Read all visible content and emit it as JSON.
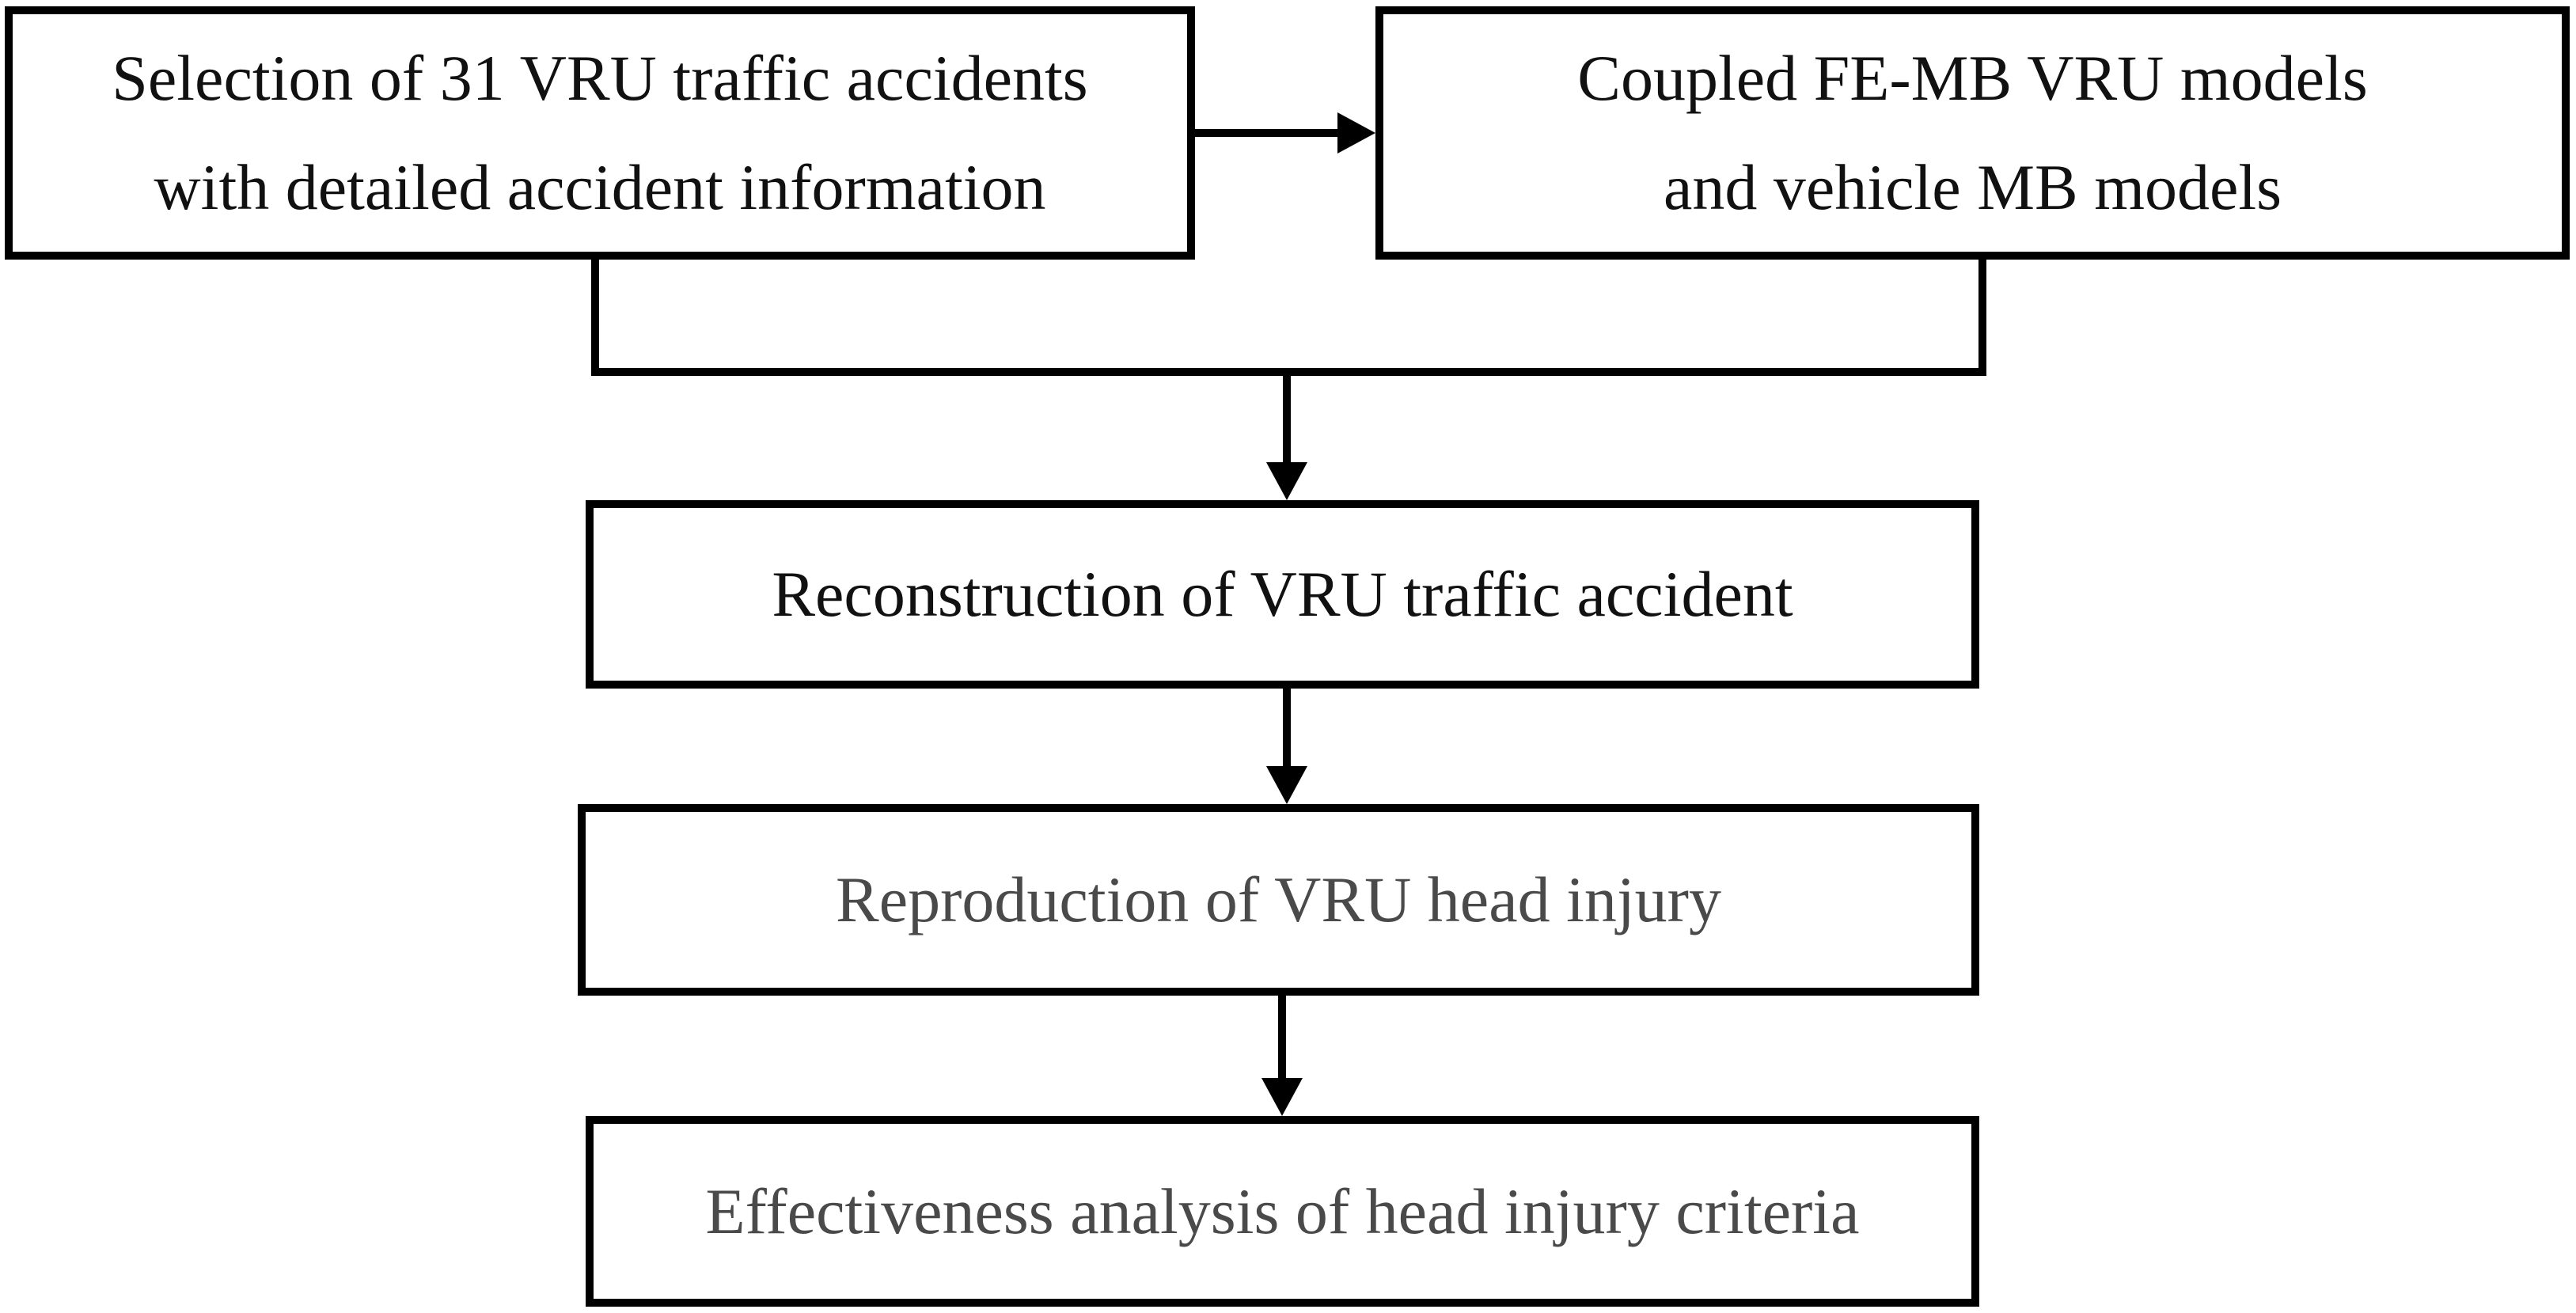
{
  "nodes": {
    "selection": {
      "text": "Selection of 31 VRU traffic accidents\nwith detailed accident information",
      "color": "#111111"
    },
    "coupled": {
      "text": "Coupled FE-MB VRU models\nand vehicle MB models",
      "color": "#111111"
    },
    "reconstruction": {
      "text": "Reconstruction of VRU traffic accident",
      "color": "#111111"
    },
    "reproduction": {
      "text": "Reproduction of VRU head injury",
      "color": "#4a4a4a"
    },
    "effectiveness": {
      "text": "Effectiveness analysis of head injury criteria",
      "color": "#4a4a4a"
    }
  },
  "edges": [
    {
      "from": "selection",
      "to": "coupled"
    },
    {
      "from": "selection",
      "to": "reconstruction"
    },
    {
      "from": "coupled",
      "to": "reconstruction"
    },
    {
      "from": "reconstruction",
      "to": "reproduction"
    },
    {
      "from": "reproduction",
      "to": "effectiveness"
    }
  ],
  "colors": {
    "stroke": "#000000",
    "background": "#ffffff"
  }
}
